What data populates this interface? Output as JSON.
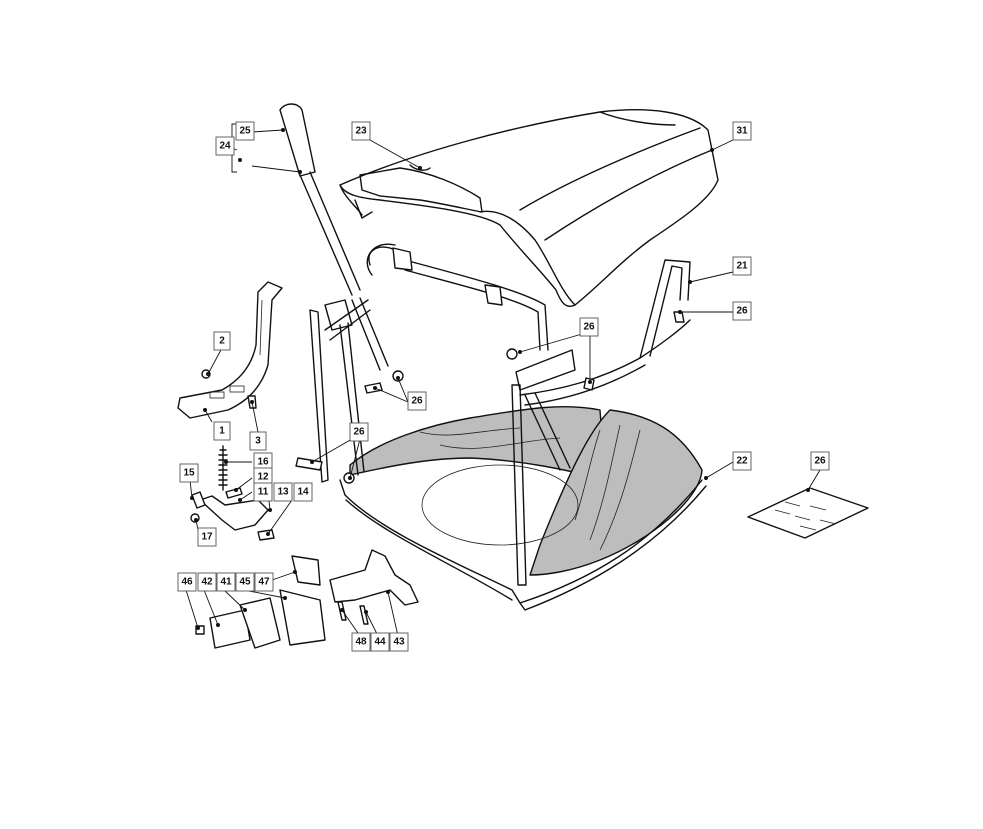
{
  "labels": {
    "l1": "1",
    "l2": "2",
    "l3": "3",
    "l11": "11",
    "l12": "12",
    "l13": "13",
    "l14": "14",
    "l15": "15",
    "l16": "16",
    "l17": "17",
    "l21": "21",
    "l22": "22",
    "l23": "23",
    "l24": "24",
    "l25": "25",
    "l26a": "26",
    "l26b": "26",
    "l26c": "26",
    "l26d": "26",
    "l26e": "26",
    "l31": "31",
    "l41": "41",
    "l42": "42",
    "l43": "43",
    "l44": "44",
    "l45": "45",
    "l46": "46",
    "l47": "47",
    "l48": "48"
  }
}
